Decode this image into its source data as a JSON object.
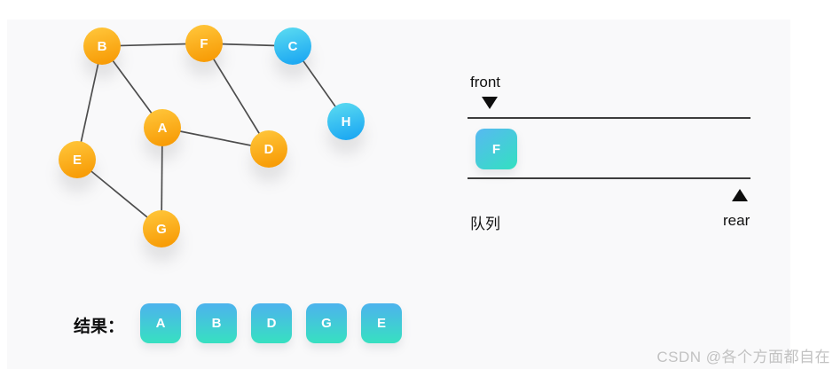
{
  "graph": {
    "nodes": [
      {
        "id": "B",
        "label": "B",
        "state": "visited"
      },
      {
        "id": "F",
        "label": "F",
        "state": "visited"
      },
      {
        "id": "C",
        "label": "C",
        "state": "unvisited"
      },
      {
        "id": "H",
        "label": "H",
        "state": "unvisited"
      },
      {
        "id": "A",
        "label": "A",
        "state": "visited"
      },
      {
        "id": "D",
        "label": "D",
        "state": "visited"
      },
      {
        "id": "E",
        "label": "E",
        "state": "visited"
      },
      {
        "id": "G",
        "label": "G",
        "state": "visited"
      }
    ],
    "edges": [
      [
        "B",
        "F"
      ],
      [
        "F",
        "C"
      ],
      [
        "C",
        "H"
      ],
      [
        "B",
        "A"
      ],
      [
        "B",
        "E"
      ],
      [
        "F",
        "D"
      ],
      [
        "A",
        "D"
      ],
      [
        "A",
        "G"
      ],
      [
        "E",
        "G"
      ]
    ]
  },
  "queue": {
    "front_label": "front",
    "rear_label": "rear",
    "title": "队列",
    "items": [
      {
        "label": "F"
      }
    ]
  },
  "result": {
    "label": "结果：",
    "items": [
      {
        "label": "A"
      },
      {
        "label": "B"
      },
      {
        "label": "D"
      },
      {
        "label": "G"
      },
      {
        "label": "E"
      }
    ]
  },
  "watermark": "CSDN @各个方面都自在",
  "colors": {
    "panel_bg": "#f9f9fa",
    "node_visited_top": "#FFC438",
    "node_visited_bottom": "#F79A04",
    "node_unvisited_top": "#57D8F1",
    "node_unvisited_bottom": "#1BA7F2",
    "queue_box_top": "#55BBEF",
    "queue_box_bottom": "#35DEC3",
    "edge_stroke": "#4d4d4d",
    "watermark_text": "#c2c2c2"
  }
}
